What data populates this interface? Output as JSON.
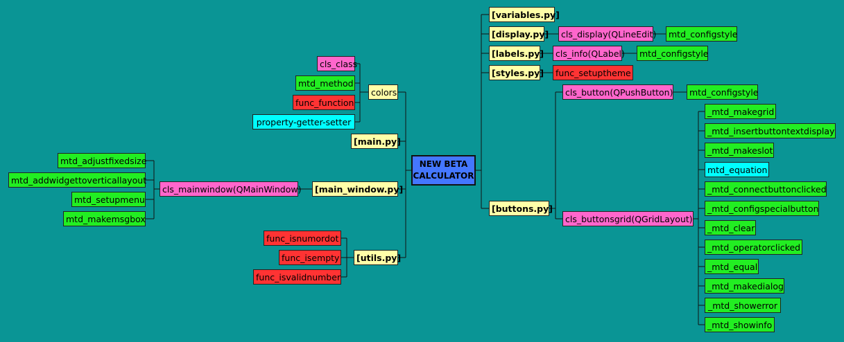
{
  "root": {
    "line1": "NEW BETA",
    "line2": "CALCULATOR"
  },
  "left": {
    "colors": {
      "label": "colors",
      "items": [
        "cls_class",
        "mtd_method",
        "func_function",
        "property-getter-setter"
      ]
    },
    "main_py": "[main.py]",
    "main_window_py": {
      "label": "[main_window.py]",
      "class": "cls_mainwindow(QMainWindow)",
      "methods": [
        "mtd_adjustfixedsize",
        "mtd_addwidgettoverticallayout",
        "mtd_setupmenu",
        "mtd_makemsgbox"
      ]
    },
    "utils_py": {
      "label": "[utils.py]",
      "funcs": [
        "func_isnumordot",
        "func_isempty",
        "func_isvalidnumber"
      ]
    }
  },
  "right": {
    "variables_py": "[variables.py]",
    "display_py": {
      "label": "[display.py]",
      "class": "cls_display(QLineEdit)",
      "method": "mtd_configstyle"
    },
    "labels_py": {
      "label": "[labels.py]",
      "class": "cls_info(QLabel)",
      "method": "mtd_configstyle"
    },
    "styles_py": {
      "label": "[styles.py]",
      "func": "func_setuptheme"
    },
    "buttons_py": {
      "label": "[buttons.py]",
      "button_class": "cls_button(QPushButton)",
      "button_method": "mtd_configstyle",
      "grid_class": "cls_buttonsgrid(QGridLayout)",
      "grid_methods": [
        "_mtd_makegrid",
        "_mtd_insertbuttontextdisplay",
        "_mtd_makeslot",
        "mtd_equation",
        "_mtd_connectbuttonclicked",
        "_mtd_configspecialbutton",
        "_mtd_clear",
        "_mtd_operatorclicked",
        "_mtd_equal",
        "_mtd_makedialog",
        "_mtd_showerror",
        "_mtd_showinfo"
      ]
    }
  },
  "colors": {
    "background": "#0a9595",
    "file": "#ffffa8",
    "class": "#ff66cc",
    "method": "#22ee22",
    "function": "#ff3333",
    "property": "#00ffff",
    "root": "#4477ff"
  }
}
